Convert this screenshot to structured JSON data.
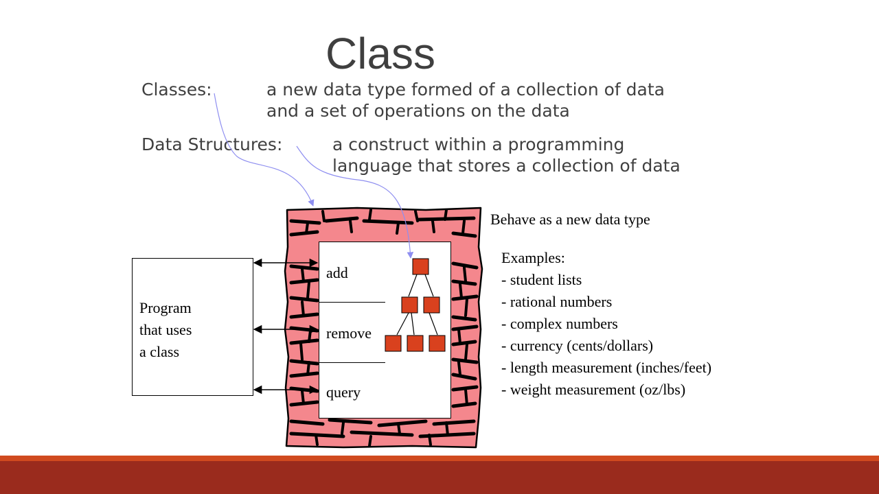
{
  "slide": {
    "title": "Class",
    "definitions": [
      {
        "term": "Classes:",
        "text_line1": "a new data type formed of a collection of data",
        "text_line2": "and a set of operations on the data"
      },
      {
        "term": "Data Structures:",
        "text_line1": "a construct within a programming",
        "text_line2": "language that stores a collection of data"
      }
    ]
  },
  "diagram": {
    "program_label": [
      "Program",
      "that uses",
      "a class"
    ],
    "operations": [
      "add",
      "remove",
      "query"
    ],
    "behave_label": "Behave as a new data type",
    "examples_heading": "Examples:",
    "examples": [
      "- student lists",
      "- rational numbers",
      "- complex numbers",
      "- currency (cents/dollars)",
      "- length measurement (inches/feet)",
      "- weight measurement (oz/lbs)"
    ]
  },
  "colors": {
    "brick": "#f4878d",
    "node": "#d9411e",
    "band": "#9a2b1d",
    "band_accent": "#d04a1f",
    "pointer": "#8e8ef0"
  }
}
